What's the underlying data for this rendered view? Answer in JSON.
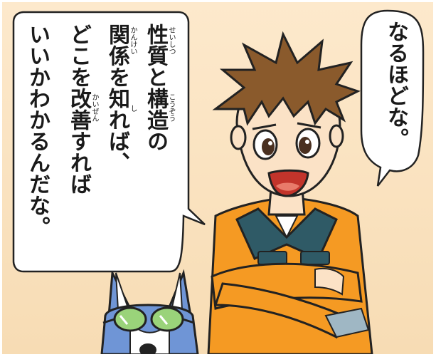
{
  "bubbles": {
    "left": {
      "lines": [
        "性質と構造の",
        "関係を知れば、",
        "どこを改善すれば",
        "いいかわかるんだな。"
      ],
      "ruby": {
        "seishitsu": "せいしつ",
        "kouzou": "こうぞう",
        "kankei": "かんけい",
        "shi": "し",
        "kaizen": "かいぜん"
      }
    },
    "right": {
      "text": "なるほどな。"
    }
  },
  "colors": {
    "background_top": "#fde9cc",
    "background_bottom": "#f9dfb9",
    "jumpsuit": "#f59a23",
    "collar": "#2f5a66",
    "hair": "#8a5a2c",
    "skin": "#fbe2c6"
  }
}
